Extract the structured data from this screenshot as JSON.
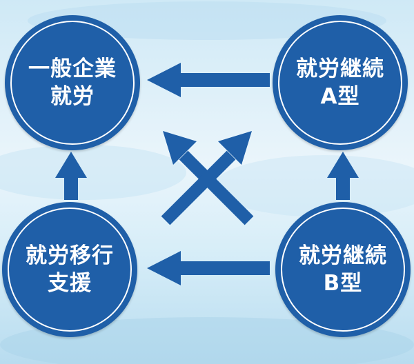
{
  "colors": {
    "node_fill": "#1f5fa8",
    "arrow": "#1f5fa8",
    "background_light": "#eaf5fb",
    "background_mid": "#bcdff1"
  },
  "nodes": {
    "general_employment": {
      "line1": "一般企業",
      "line2": "就労"
    },
    "continuous_support_a": {
      "line1": "就労継続",
      "line2": "A型"
    },
    "transition_support": {
      "line1": "就労移行",
      "line2": "支援"
    },
    "continuous_support_b": {
      "line1": "就労継続",
      "line2": "B型"
    }
  }
}
